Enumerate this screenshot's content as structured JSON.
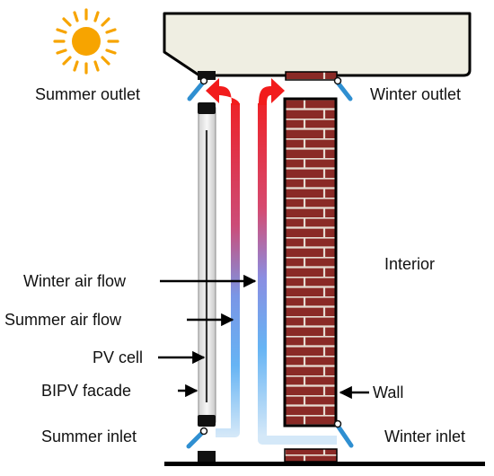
{
  "labels": {
    "summer_outlet": "Summer outlet",
    "winter_outlet": "Winter outlet",
    "winter_air_flow": "Winter air flow",
    "summer_air_flow": "Summer air flow",
    "pv_cell": "PV cell",
    "bipv_facade": "BIPV facade",
    "wall": "Wall",
    "interior": "Interior",
    "summer_inlet": "Summer inlet",
    "winter_inlet": "Winter inlet"
  },
  "colors": {
    "hot_air": "#f21c1c",
    "cool_air": "#66b4f4",
    "brick": "#8a2a26",
    "mortar": "#e6dcd2",
    "roof_slab": "#efeee2",
    "sun": "#f7a400",
    "damper": "#2f8fd1"
  }
}
